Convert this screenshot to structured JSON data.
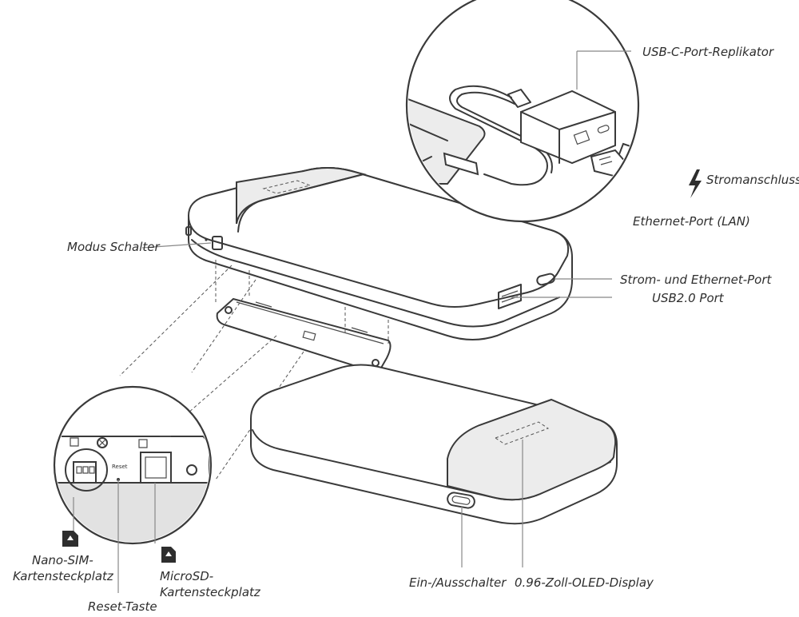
{
  "labels": {
    "usb_c_replicator": "USB-C-Port-Replikator",
    "power_connection": "Stromanschluss",
    "ethernet_port": "Ethernet-Port (LAN)",
    "mode_switch": "Modus Schalter",
    "power_ethernet_port": "Strom- und Ethernet-Port",
    "usb2_port": "USB2.0 Port",
    "nano_sim_line1": "Nano-SIM-",
    "nano_sim_line2": "Kartensteckplatz",
    "reset_button": "Reset-Taste",
    "microsd_line1": "MicroSD-",
    "microsd_line2": "Kartensteckplatz",
    "power_switch": "Ein-/Ausschalter",
    "oled_display": "0.96-Zoll-OLED-Display",
    "reset_small": "Reset"
  },
  "icons": {
    "power": "lightning-bolt",
    "sim": "sim-card",
    "sd": "sd-card"
  },
  "colors": {
    "line": "#3a3a3a",
    "label": "#2e2e2e",
    "panel_grey": "#ececec"
  }
}
